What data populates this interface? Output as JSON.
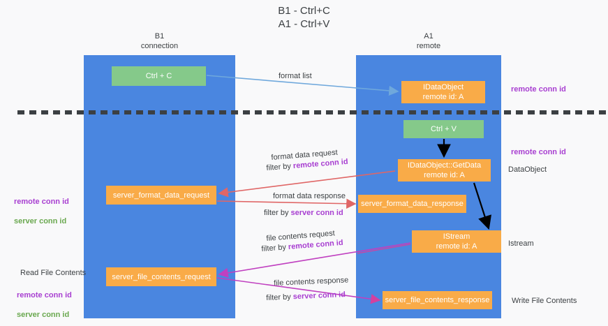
{
  "title": "B1 - Ctrl+C\nA1 - Ctrl+V",
  "columns": {
    "left": {
      "header": "B1\nconnection"
    },
    "right": {
      "header": "A1\nremote"
    }
  },
  "nodes": {
    "ctrl_c": "Ctrl + C",
    "idataobject": "IDataObject\nremote id: A",
    "ctrl_v": "Ctrl + V",
    "getdata": "IDataObject::GetData\nremote id: A",
    "server_format_data_request": "server_format_data_request",
    "server_format_data_response": "server_format_data_response",
    "istream": "IStream\nremote id: A",
    "server_file_contents_request": "server_file_contents_request",
    "server_file_contents_response": "server_file_contents_response"
  },
  "side_labels": {
    "remote_conn_id_top": "remote conn id",
    "remote_conn_id_mid": "remote conn id",
    "dataobject": "DataObject",
    "istream": "Istream",
    "write_file_contents": "Write File Contents",
    "read_file_contents": "Read File Contents",
    "remote_conn_id": "remote conn id",
    "server_conn_id": "server conn id"
  },
  "edge_labels": {
    "format_list": "format list",
    "format_data_request": "format data request",
    "filter_by_prefix": "filter by ",
    "remote_conn_id": "remote conn id",
    "format_data_response": "format data response",
    "server_conn_id": "server conn id",
    "file_contents_request": "file contents request",
    "file_contents_response": "file contents response"
  },
  "colors": {
    "column": "#4a86e0",
    "green_node": "#85c98a",
    "orange_node": "#f9ab48",
    "purple_text": "#a83fd1",
    "green_text": "#6aa84f",
    "blue_arrow": "#6fa8dc",
    "red_arrow": "#e06666",
    "magenta_arrow": "#c040c0",
    "black_arrow": "#000000",
    "background": "#f9f9fa"
  }
}
